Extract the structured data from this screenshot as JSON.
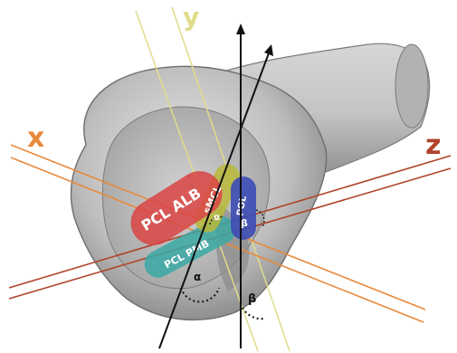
{
  "axes": {
    "x": {
      "label": "x",
      "color": "#e8893a"
    },
    "y": {
      "label": "y",
      "color": "#e0dc8a"
    },
    "z": {
      "label": "z",
      "color": "#b0432a"
    }
  },
  "ligaments": [
    {
      "id": "pcl-alb",
      "label": "PCL ALB",
      "color": "#d94747"
    },
    {
      "id": "smcl",
      "label": "sMCL",
      "color": "#b9b83a"
    },
    {
      "id": "pol",
      "label": "POL",
      "color": "#3c4bb5"
    },
    {
      "id": "pcl-pmb",
      "label": "PCL PMB",
      "color": "#3aa8a4"
    }
  ],
  "angles": {
    "alpha_symbol": "α",
    "beta_symbol": "β"
  },
  "colors": {
    "bone": "#b5b5b5",
    "bone_dark": "#6e6e6e",
    "background": "#ffffff",
    "vector": "#111111"
  }
}
